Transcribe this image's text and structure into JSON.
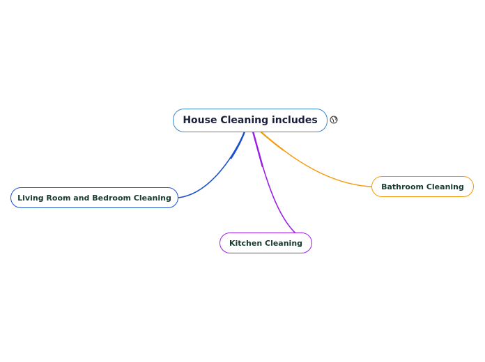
{
  "mindmap": {
    "root": {
      "label": "House Cleaning includes",
      "icon": "globe-icon",
      "border_color": "#3a87c8"
    },
    "branches": [
      {
        "label": "Living Room and Bedroom Cleaning",
        "color": "#1a4fd0"
      },
      {
        "label": "Kitchen Cleaning",
        "color": "#9b1ee6"
      },
      {
        "label": "Bathroom Cleaning",
        "color": "#f59a0c"
      }
    ]
  }
}
